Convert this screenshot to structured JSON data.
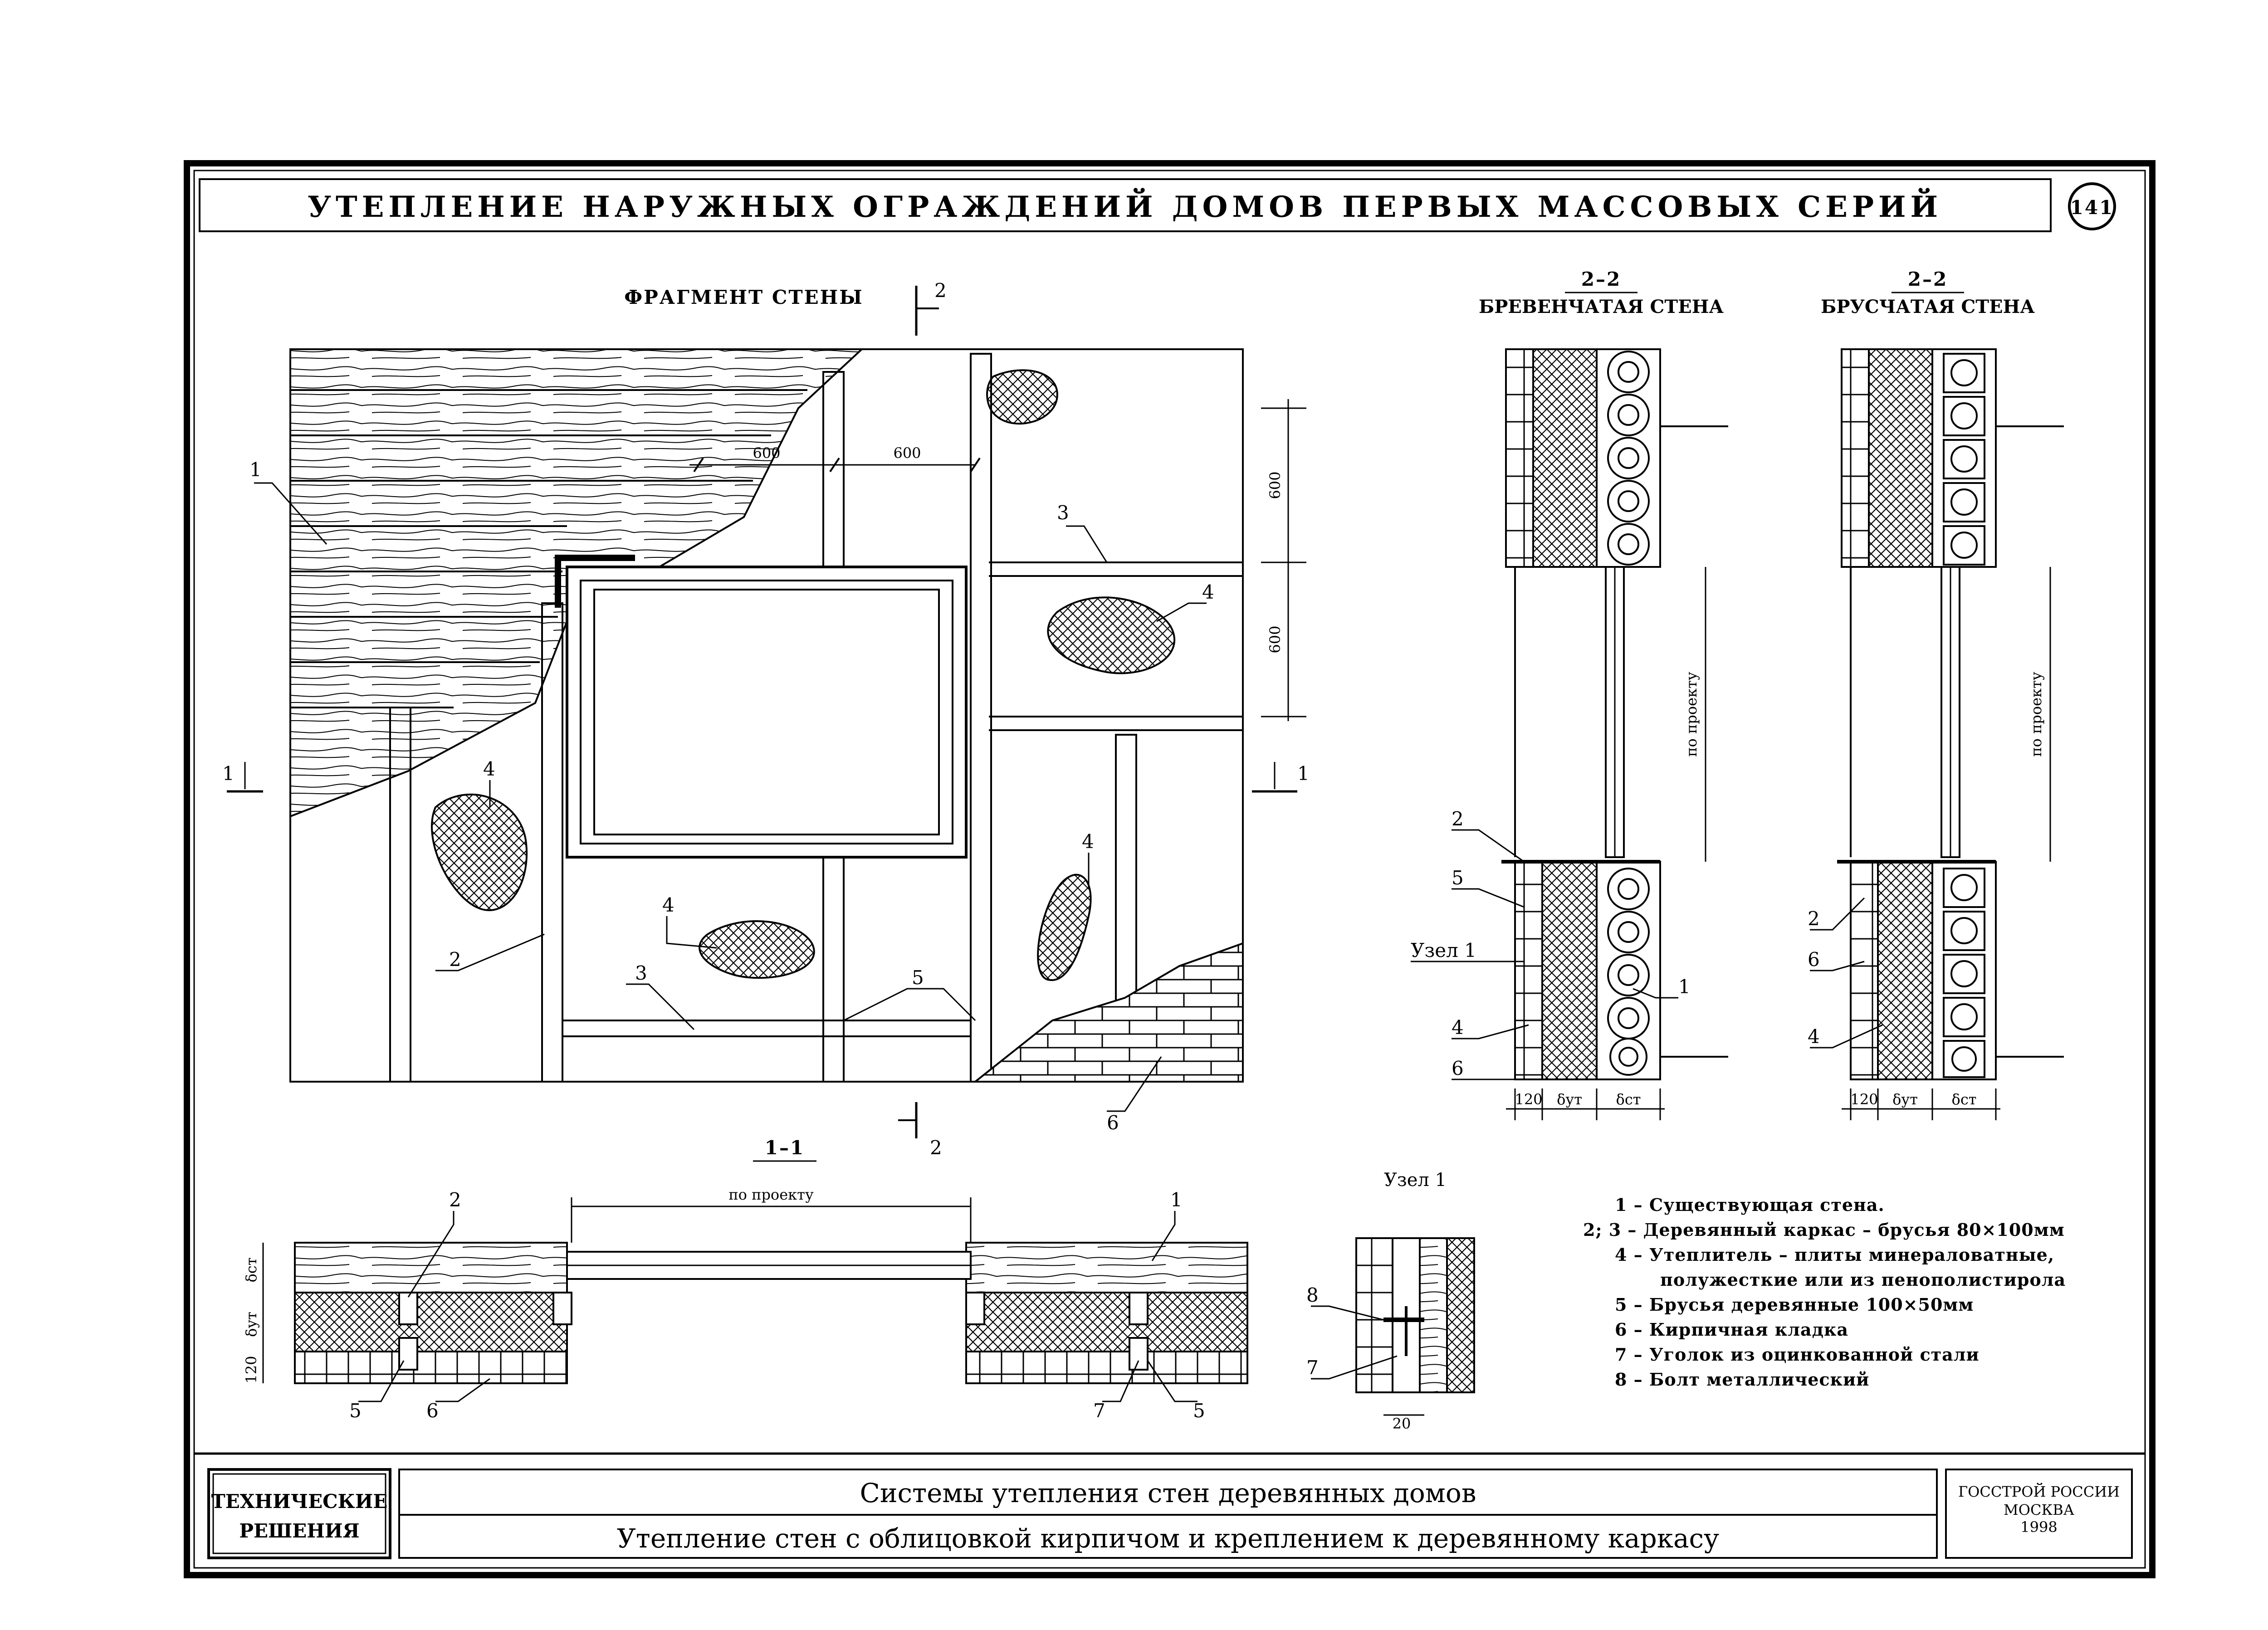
{
  "sheet": {
    "title": "УТЕПЛЕНИЕ НАРУЖНЫХ ОГРАЖДЕНИЙ ДОМОВ ПЕРВЫХ МАССОВЫХ СЕРИЙ",
    "page_number": "141"
  },
  "fragment": {
    "title": "ФРАГМЕНТ СТЕНЫ",
    "dim_600_h1": "600",
    "dim_600_h2": "600",
    "dim_600_v1": "600",
    "dim_600_v2": "600",
    "section_2_top": "2",
    "section_2_bottom": "2",
    "section_1_left": "1",
    "section_1_right": "1",
    "callouts": [
      "1",
      "2",
      "3",
      "3",
      "4",
      "4",
      "4",
      "4",
      "5",
      "6"
    ]
  },
  "section_log": {
    "mark": "2–2",
    "title": "БРЕВЕНЧАТАЯ СТЕНА",
    "dim_label": "по проекту",
    "callouts": [
      "2",
      "5",
      "Узел 1",
      "4",
      "6",
      "1"
    ],
    "dims": [
      "120",
      "δут",
      "δст"
    ]
  },
  "section_beam": {
    "mark": "2–2",
    "title": "БРУСЧАТАЯ СТЕНА",
    "dim_label": "по проекту",
    "callouts": [
      "2",
      "6",
      "4"
    ],
    "dims": [
      "120",
      "δут",
      "δст"
    ]
  },
  "plan_section": {
    "mark": "1–1",
    "dim_label": "по проекту",
    "callouts": [
      "2",
      "1",
      "5",
      "6",
      "7",
      "5"
    ],
    "dims": [
      "δст",
      "δут",
      "120"
    ]
  },
  "node1": {
    "title": "Узел 1",
    "callouts": [
      "8",
      "7"
    ],
    "dim": "20"
  },
  "legend": [
    "1 – Существующая стена.",
    "2; 3 – Деревянный каркас – брусья 80×100мм",
    "4 – Утеплитель – плиты минераловатные,",
    "полужесткие или из пенополистирола",
    "5 – Брусья деревянные 100×50мм",
    "6 – Кирпичная кладка",
    "7 – Уголок из оцинкованной стали",
    "8 – Болт металлический"
  ],
  "stamp": {
    "left_line1": "ТЕХНИЧЕСКИЕ",
    "left_line2": "РЕШЕНИЯ",
    "center_line1": "Системы утепления стен деревянных домов",
    "center_line2": "Утепление стен с облицовкой кирпичом и креплением к деревянному каркасу",
    "right_line1": "ГОССТРОЙ РОССИИ",
    "right_line2": "МОСКВА",
    "right_line3": "1998"
  }
}
